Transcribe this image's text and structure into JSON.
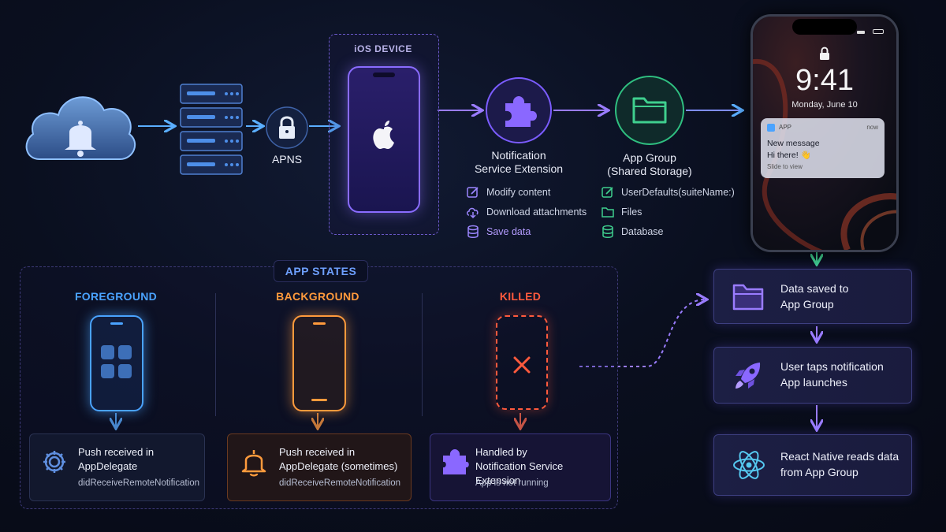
{
  "ios_device": {
    "label": "iOS DEVICE"
  },
  "apns": {
    "label": "APNS"
  },
  "extension": {
    "title_line1": "Notification",
    "title_line2": "Service Extension",
    "items": [
      "Modify content",
      "Download attachments",
      "Save data"
    ]
  },
  "app_group": {
    "title_line1": "App Group",
    "title_line2": "(Shared Storage)",
    "items": [
      "UserDefaults(suiteName:)",
      "Files",
      "Database"
    ]
  },
  "lockscreen": {
    "time": "9:41",
    "date": "Monday, June 10",
    "notification": {
      "app": "APP",
      "when": "now",
      "title": "New message",
      "body": "Hi there! 👋",
      "hint": "Slide to view"
    }
  },
  "app_states": {
    "header": "APP STATES",
    "states": [
      {
        "name": "FOREGROUND",
        "line1": "Push received in",
        "line2": "AppDelegate",
        "detail": "didReceiveRemoteNotification"
      },
      {
        "name": "BACKGROUND",
        "line1": "Push received in",
        "line2": "AppDelegate (sometimes)",
        "detail": "didReceiveRemoteNotification"
      },
      {
        "name": "KILLED",
        "line1": "Handled by",
        "line2": "Notification Service Extension",
        "detail": "App is not running"
      }
    ]
  },
  "flow": [
    {
      "line1": "Data saved to",
      "line2": "App Group"
    },
    {
      "line1": "User taps notification",
      "line2": "App launches"
    },
    {
      "line1": "React Native reads data",
      "line2": "from App Group"
    }
  ],
  "colors": {
    "blue": "#4aa3ff",
    "orange": "#ff9a3c",
    "red": "#ff5a3d",
    "purple": "#8b6cff",
    "green": "#3fcf8e"
  }
}
